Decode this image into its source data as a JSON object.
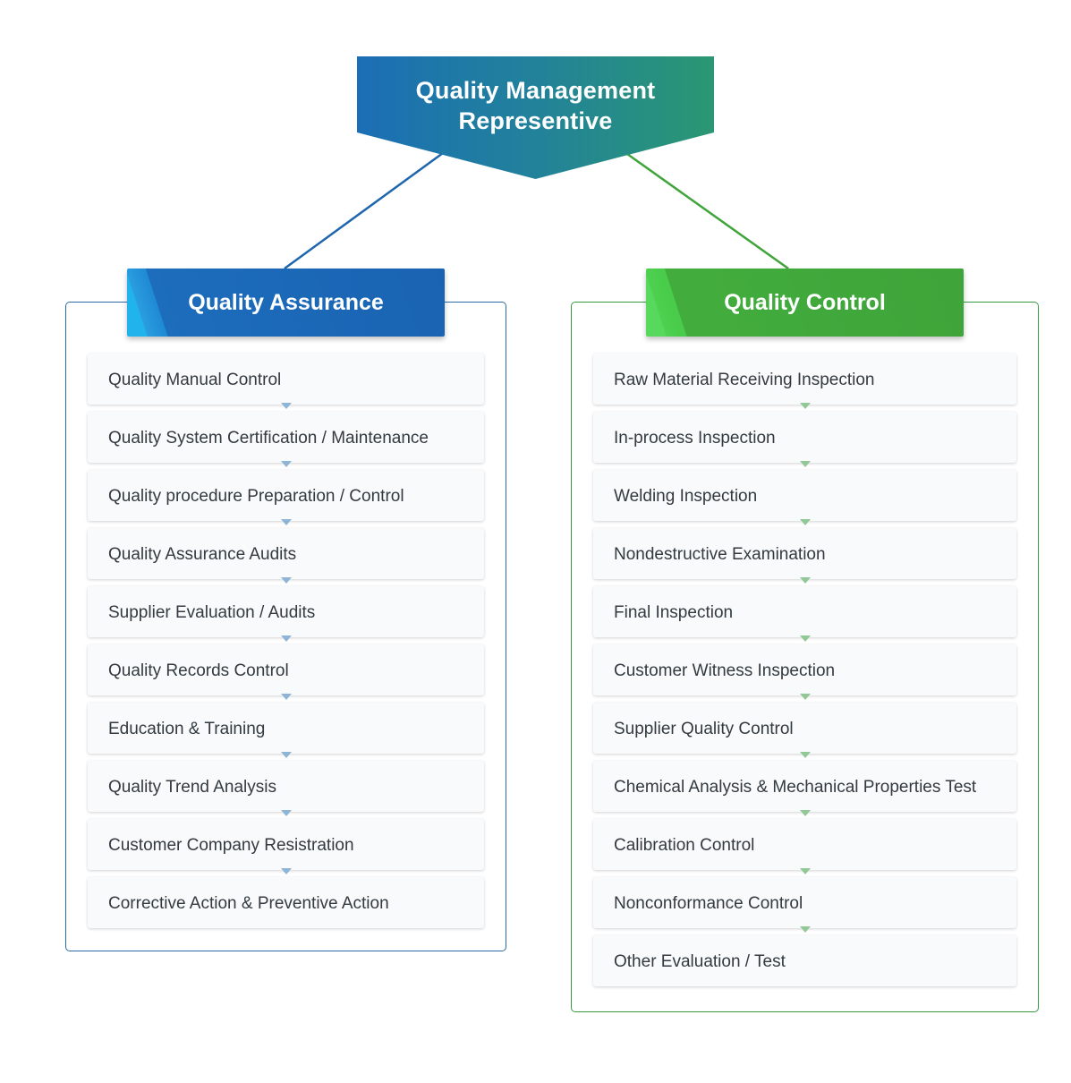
{
  "root": {
    "title_line1": "Quality Management",
    "title_line2": "Representive"
  },
  "quality_assurance": {
    "title": "Quality Assurance",
    "accent_color": "#1a63b2",
    "items": [
      "Quality Manual Control",
      "Quality System Certification / Maintenance",
      "Quality procedure Preparation / Control",
      "Quality Assurance Audits",
      "Supplier Evaluation / Audits",
      "Quality Records Control",
      "Education & Training",
      "Quality Trend Analysis",
      "Customer Company Resistration",
      "Corrective Action & Preventive Action"
    ]
  },
  "quality_control": {
    "title": "Quality Control",
    "accent_color": "#3fa43a",
    "items": [
      "Raw Material Receiving Inspection",
      "In-process Inspection",
      "Welding Inspection",
      "Nondestructive Examination",
      "Final Inspection",
      "Customer Witness Inspection",
      "Supplier Quality Control",
      "Chemical Analysis & Mechanical Properties Test",
      "Calibration Control",
      "Nonconformance Control",
      "Other Evaluation / Test"
    ]
  }
}
